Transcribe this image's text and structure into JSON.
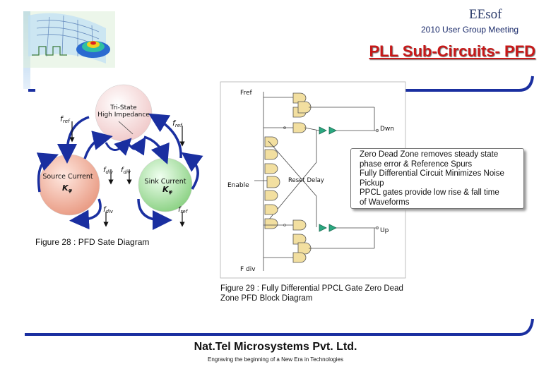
{
  "header": {
    "brand": "EEsof",
    "meeting": "2010 User Group Meeting",
    "title": "PLL Sub-Circuits- PFD"
  },
  "state_diagram": {
    "states": {
      "top": "Tri-State High Impedance",
      "left": "Source Current",
      "right": "Sink Current"
    },
    "symbols": {
      "fref": "fref",
      "fdiv": "fdiv",
      "k_phi": "Kφ"
    },
    "caption": "Figure 28 : PFD Sate Diagram"
  },
  "block_diagram": {
    "labels": {
      "fref": "Fref",
      "dwn": "Dwn",
      "enable": "Enable",
      "reset_delay": "Reset Delay",
      "up": "Up",
      "fdiv": "F div"
    },
    "caption": "Figure 29 : Fully Differential PPCL Gate Zero Dead Zone PFD Block Diagram"
  },
  "callout": [
    "Zero Dead Zone removes steady state",
    "phase error & Reference Spurs",
    "Fully Differential Circuit Minimizes Noise",
    "Pickup",
    "PPCL gates provide low rise & fall time",
    "of Waveforms"
  ],
  "footer": {
    "company": "Nat.Tel Microsystems Pvt. Ltd.",
    "tagline": "Engraving the beginning of a New Era in Technologies"
  },
  "colors": {
    "title": "#c81818",
    "swoosh": "#1a2fa0",
    "gate_fill": "#f2dfa0",
    "buffer_fill": "#2aa880",
    "source_state": "#e8a090",
    "sink_state": "#98d890"
  }
}
